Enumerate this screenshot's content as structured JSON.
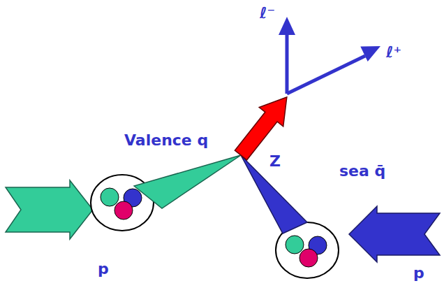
{
  "diagram": {
    "labels": [
      "ℓ⁻",
      "ℓ⁺",
      "Valence q",
      "Z",
      "sea q̄",
      "p",
      "p"
    ]
  }
}
